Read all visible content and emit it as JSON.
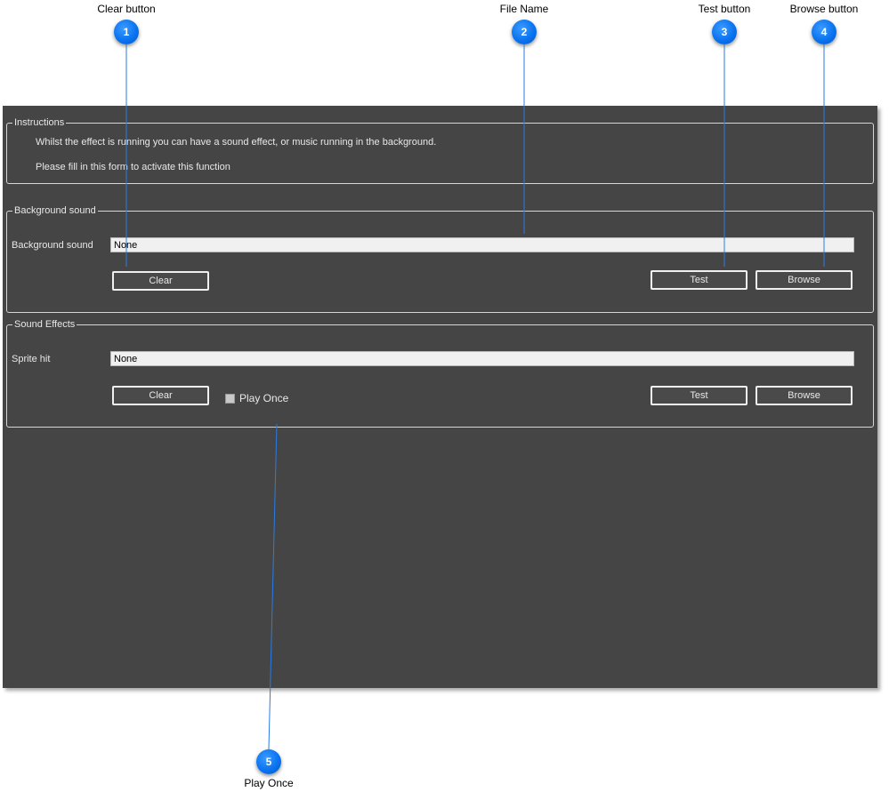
{
  "callouts": [
    {
      "number": "1",
      "label": "Clear button"
    },
    {
      "number": "2",
      "label": "File Name"
    },
    {
      "number": "3",
      "label": "Test button"
    },
    {
      "number": "4",
      "label": "Browse button"
    },
    {
      "number": "5",
      "label": "Play Once"
    }
  ],
  "instructions": {
    "legend": "Instructions",
    "line1": "Whilst the effect is running you can have a sound effect, or music running in the background.",
    "line2": "Please fill in this form to activate this function"
  },
  "background_sound": {
    "legend": "Background sound",
    "field_label": "Background sound",
    "file_value": "None",
    "clear_label": "Clear",
    "test_label": "Test",
    "browse_label": "Browse"
  },
  "sound_effects": {
    "legend": "Sound Effects",
    "field_label": "Sprite hit",
    "file_value": "None",
    "clear_label": "Clear",
    "play_once_label": "Play Once",
    "test_label": "Test",
    "browse_label": "Browse"
  },
  "colors": {
    "window_bg": "#454545",
    "badge_blue": "#0a73f0",
    "leader_line": "#2a7be4"
  }
}
